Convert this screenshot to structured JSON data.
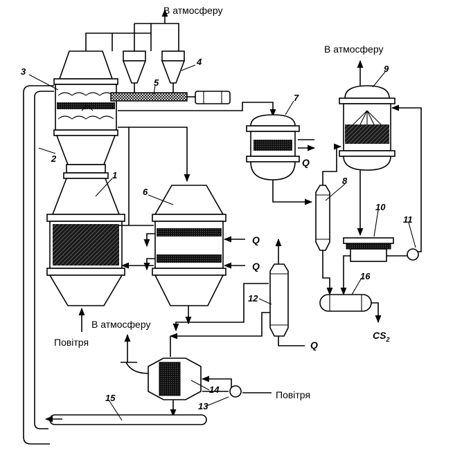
{
  "labels": {
    "atmosphere_top": "В атмосферу",
    "atmosphere_right": "В атмосферу",
    "atmosphere_bottom": "В атмосферу",
    "air_left": "Повітря",
    "air_right": "Повітря",
    "product": "CS",
    "product_sub": "2",
    "heat": "Q"
  },
  "numbers": {
    "n1": "1",
    "n2": "2",
    "n3": "3",
    "n4": "4",
    "n5": "5",
    "n6": "6",
    "n7": "7",
    "n8": "8",
    "n9": "9",
    "n10": "10",
    "n11": "11",
    "n12": "12",
    "n13": "13",
    "n14": "14",
    "n15": "15",
    "n16": "16"
  }
}
